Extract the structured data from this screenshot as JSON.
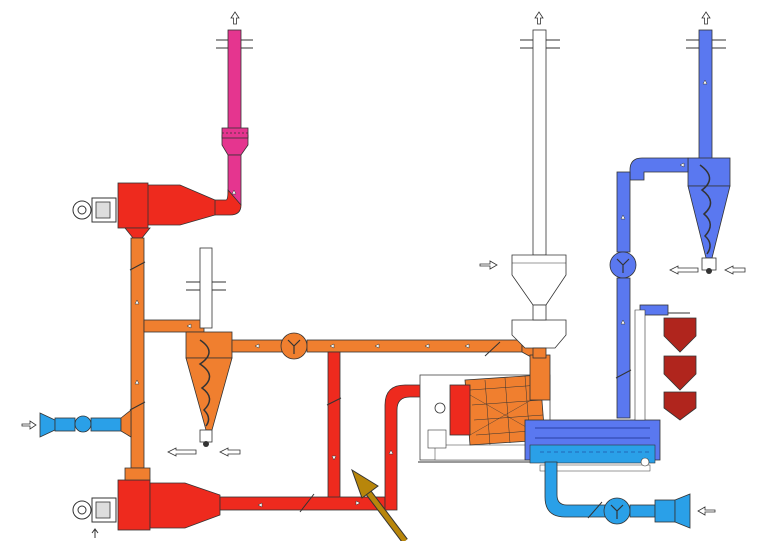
{
  "diagram": {
    "subject": "process-flow-schematic",
    "flows": [
      {
        "name": "hot-gas-red",
        "color": "#ee2a1e"
      },
      {
        "name": "process-air-orange",
        "color": "#f07f2f"
      },
      {
        "name": "exhaust-magenta",
        "color": "#e5358f"
      },
      {
        "name": "cooling-air-blue",
        "color": "#5a78f0"
      },
      {
        "name": "fresh-air-cyan",
        "color": "#2aa0e8"
      },
      {
        "name": "outlet-white",
        "color": "#ffffff"
      },
      {
        "name": "product-dark-red",
        "color": "#b0251d"
      }
    ],
    "pointer": {
      "color": "#b8860b"
    }
  }
}
